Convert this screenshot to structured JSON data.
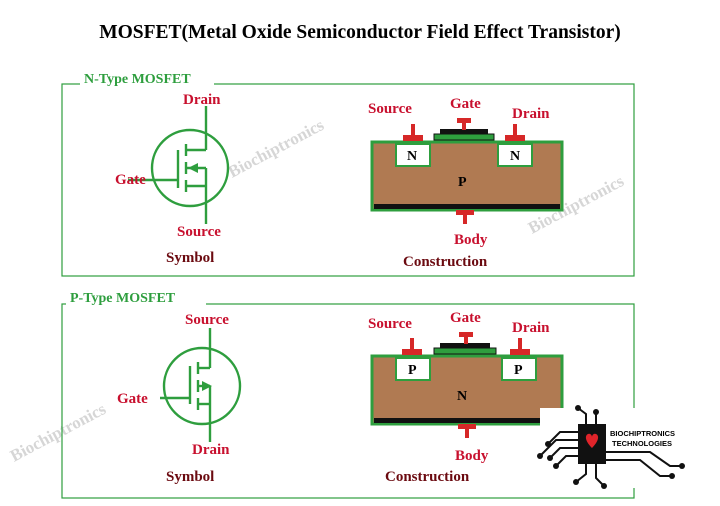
{
  "title": "MOSFET(Metal Oxide Semiconductor Field Effect Transistor)",
  "watermark": "Biochiptronics",
  "n_type": {
    "heading": "N-Type MOSFET",
    "symbol": {
      "top_label": "Drain",
      "left_label": "Gate",
      "bottom_label": "Source",
      "caption": "Symbol"
    },
    "construction": {
      "source_label": "Source",
      "gate_label": "Gate",
      "drain_label": "Drain",
      "well_left": "N",
      "well_right": "N",
      "substrate": "P",
      "body_label": "Body",
      "caption": "Construction"
    }
  },
  "p_type": {
    "heading": "P-Type MOSFET",
    "symbol": {
      "top_label": "Source",
      "left_label": "Gate",
      "bottom_label": "Drain",
      "caption": "Symbol"
    },
    "construction": {
      "source_label": "Source",
      "gate_label": "Gate",
      "drain_label": "Drain",
      "well_left": "P",
      "well_right": "P",
      "substrate": "N",
      "body_label": "Body",
      "caption": "Construction"
    }
  },
  "logo": {
    "line1": "BIOCHIPTRONICS",
    "line2": "TECHNOLOGIES"
  },
  "colors": {
    "label_red": "#c8102e",
    "caption_dark_red": "#6b0a10",
    "border_green": "#2e9e3e",
    "substrate_brown": "#b07a52",
    "terminal_red": "#d62828"
  }
}
